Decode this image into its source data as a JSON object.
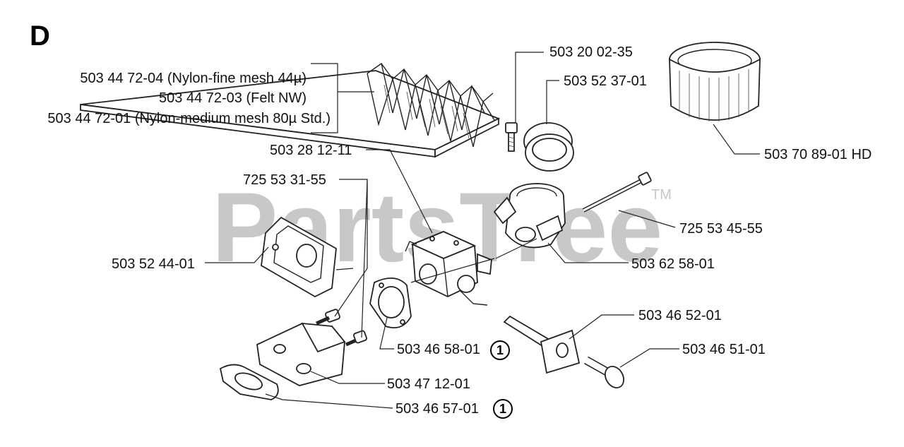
{
  "section_letter": "D",
  "watermark": {
    "text": "PartsTree",
    "trademark": "TM"
  },
  "callouts": {
    "p1": "503 44 72-04 (Nylon-fine mesh 44µ)",
    "p2": "503 44 72-03 (Felt NW)",
    "p3": "503 44 72-01 (Nylon-medium mesh 80µ Std.)",
    "p4": "503 20 02-35",
    "p5": "503 52 37-01",
    "p6": "503 70 89-01 HD",
    "p7": "503 28 12-11",
    "p8": "725 53 31-55",
    "p9": "725 53 45-55",
    "p10": "503 52 44-01",
    "p11": "503 62 58-01",
    "p12": "503 46 52-01",
    "p13": "503 46 51-01",
    "p14": "503 46 58-01",
    "p15": "503 47 12-01",
    "p16": "503 46 57-01"
  },
  "badges": {
    "b1": "1",
    "b2": "1"
  }
}
